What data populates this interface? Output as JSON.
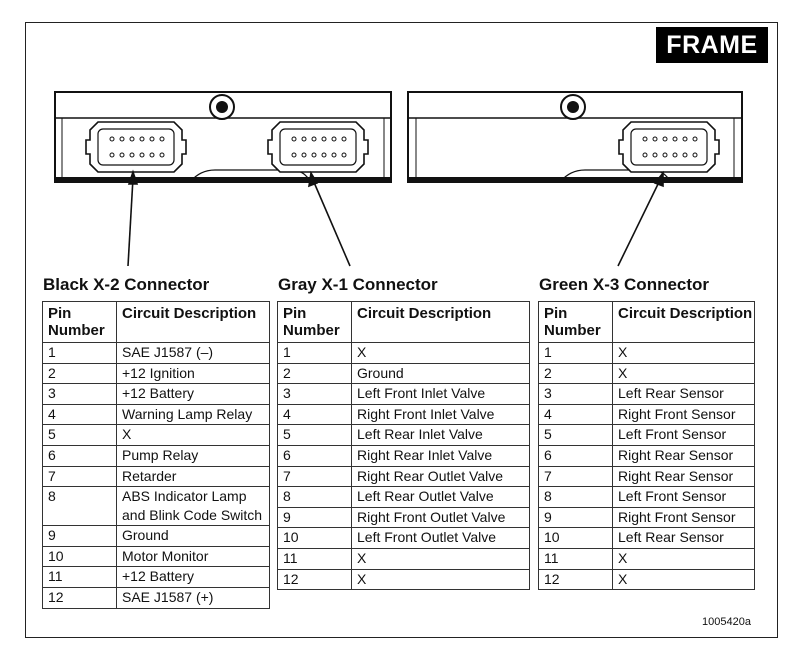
{
  "badge": "FRAME",
  "reference": "1005420a",
  "headers": {
    "pin": "Pin Number",
    "circuit": "Circuit Description"
  },
  "connectors": [
    {
      "title": "Black X-2 Connector",
      "rows": [
        {
          "pin": "1",
          "desc": "SAE J1587 (–)"
        },
        {
          "pin": "2",
          "desc": "+12 Ignition"
        },
        {
          "pin": "3",
          "desc": "+12 Battery"
        },
        {
          "pin": "4",
          "desc": "Warning Lamp Relay"
        },
        {
          "pin": "5",
          "desc": "X"
        },
        {
          "pin": "6",
          "desc": "Pump Relay"
        },
        {
          "pin": "7",
          "desc": "Retarder"
        },
        {
          "pin": "8",
          "desc": "ABS Indicator Lamp and Blink Code Switch"
        },
        {
          "pin": "9",
          "desc": "Ground"
        },
        {
          "pin": "10",
          "desc": "Motor Monitor"
        },
        {
          "pin": "11",
          "desc": "+12 Battery"
        },
        {
          "pin": "12",
          "desc": "SAE J1587 (+)"
        }
      ]
    },
    {
      "title": "Gray X-1 Connector",
      "rows": [
        {
          "pin": "1",
          "desc": "X"
        },
        {
          "pin": "2",
          "desc": "Ground"
        },
        {
          "pin": "3",
          "desc": "Left Front Inlet Valve"
        },
        {
          "pin": "4",
          "desc": "Right Front Inlet Valve"
        },
        {
          "pin": "5",
          "desc": "Left Rear Inlet Valve"
        },
        {
          "pin": "6",
          "desc": "Right Rear Inlet Valve"
        },
        {
          "pin": "7",
          "desc": "Right Rear Outlet Valve"
        },
        {
          "pin": "8",
          "desc": "Left Rear Outlet Valve"
        },
        {
          "pin": "9",
          "desc": "Right Front Outlet Valve"
        },
        {
          "pin": "10",
          "desc": "Left Front Outlet Valve"
        },
        {
          "pin": "11",
          "desc": "X"
        },
        {
          "pin": "12",
          "desc": "X"
        }
      ]
    },
    {
      "title": "Green X-3 Connector",
      "rows": [
        {
          "pin": "1",
          "desc": "X"
        },
        {
          "pin": "2",
          "desc": "X"
        },
        {
          "pin": "3",
          "desc": "Left Rear Sensor"
        },
        {
          "pin": "4",
          "desc": "Right Front Sensor"
        },
        {
          "pin": "5",
          "desc": "Left Front Sensor"
        },
        {
          "pin": "6",
          "desc": "Right Rear Sensor"
        },
        {
          "pin": "7",
          "desc": "Right Rear Sensor"
        },
        {
          "pin": "8",
          "desc": "Left Front Sensor"
        },
        {
          "pin": "9",
          "desc": "Right Front Sensor"
        },
        {
          "pin": "10",
          "desc": "Left Rear Sensor"
        },
        {
          "pin": "11",
          "desc": "X"
        },
        {
          "pin": "12",
          "desc": "X"
        }
      ]
    }
  ]
}
